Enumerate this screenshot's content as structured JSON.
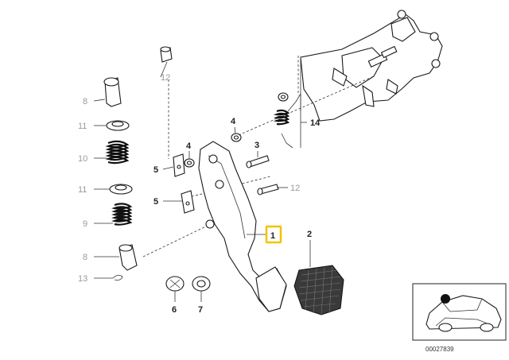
{
  "callouts": {
    "p1": "1",
    "p2": "2",
    "p3": "3",
    "p4a": "4",
    "p4b": "4",
    "p5a": "5",
    "p5b": "5",
    "p6": "6",
    "p7": "7",
    "p8a": "8",
    "p8b": "8",
    "p9": "9",
    "p10": "10",
    "p11a": "11",
    "p11b": "11",
    "p12a": "12",
    "p12b": "12",
    "p13": "13",
    "p14": "14"
  },
  "catalog_number": "00027839",
  "colors": {
    "highlight_box": "#f2c200",
    "grey_label": "#9a9a9a",
    "line": "#1a1a1a"
  }
}
